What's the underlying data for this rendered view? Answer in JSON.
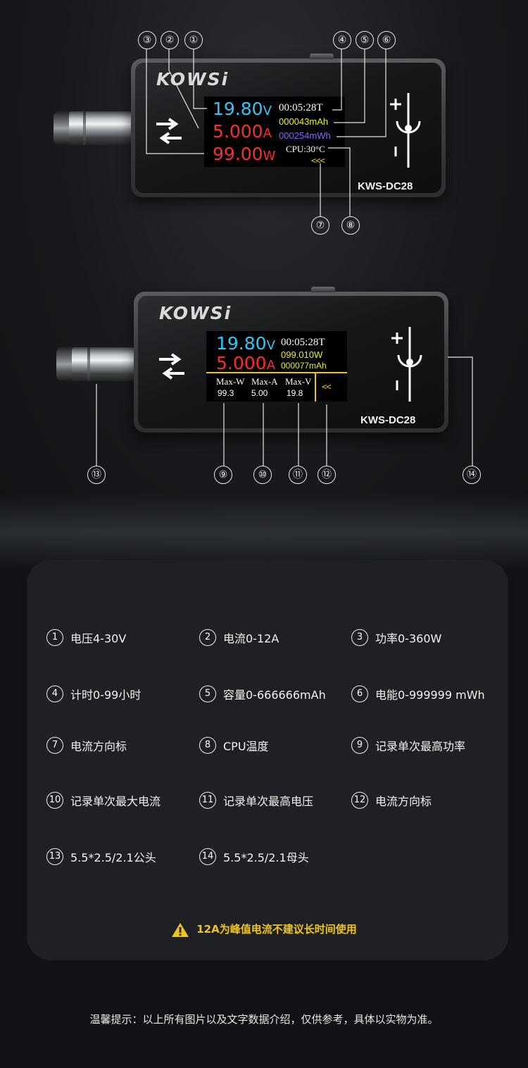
{
  "device1": {
    "brand": "KOWSi",
    "model": "KWS-DC28",
    "screen": {
      "voltage_value": "19.80",
      "voltage_unit": "V",
      "current_value": "5.000",
      "current_unit": "A",
      "power_value": "99.00",
      "power_unit": "W",
      "timer": "00:05:28T",
      "capacity": "000043mAh",
      "energy": "000254mWh",
      "cpu_temp": "CPU:30°C",
      "direction": "<<<"
    },
    "callouts_top": [
      "③",
      "②",
      "①",
      "④",
      "⑤",
      "⑥"
    ],
    "callouts_bottom": [
      "⑦",
      "⑧"
    ]
  },
  "device2": {
    "brand": "KOWSi",
    "model": "KWS-DC28",
    "screen": {
      "voltage_value": "19.80",
      "voltage_unit": "V",
      "current_value": "5.000",
      "current_unit": "A",
      "timer": "00:05:28T",
      "power": "099.010W",
      "capacity": "000077mAh",
      "max_labels": [
        "Max-W",
        "Max-A",
        "Max-V"
      ],
      "max_values": [
        "99.3",
        "5.00",
        "19.8"
      ],
      "direction": "<<"
    },
    "callouts": [
      "⑬",
      "⑨",
      "⑩",
      "⑪",
      "⑫",
      "⑭"
    ]
  },
  "specs": [
    {
      "num": "1",
      "text": "电压4-30V"
    },
    {
      "num": "2",
      "text": "电流0-12A"
    },
    {
      "num": "3",
      "text": "功率0-360W"
    },
    {
      "num": "4",
      "text": "计时0-99小时"
    },
    {
      "num": "5",
      "text": "容量0-666666mAh"
    },
    {
      "num": "6",
      "text": "电能0-999999 mWh"
    },
    {
      "num": "7",
      "text": "电流方向标"
    },
    {
      "num": "8",
      "text": "CPU温度"
    },
    {
      "num": "9",
      "text": "记录单次最高功率"
    },
    {
      "num": "10",
      "text": "记录单次最大电流"
    },
    {
      "num": "11",
      "text": "记录单次最高电压"
    },
    {
      "num": "12",
      "text": "电流方向标"
    },
    {
      "num": "13",
      "text": "5.5*2.5/2.1公头"
    },
    {
      "num": "14",
      "text": "5.5*2.5/2.1母头"
    }
  ],
  "warning": "12A为峰值电流不建议长时间使用",
  "footer": "温馨提示：以上所有图片以及文字数据介绍，仅供参考，具体以实物为准。",
  "colors": {
    "voltage": "#2ec8f5",
    "current": "#ff2a2a",
    "capacity": "#e6f01e",
    "energy": "#7f6cf0",
    "direction": "#f0c419",
    "warning": "#f0c419"
  }
}
